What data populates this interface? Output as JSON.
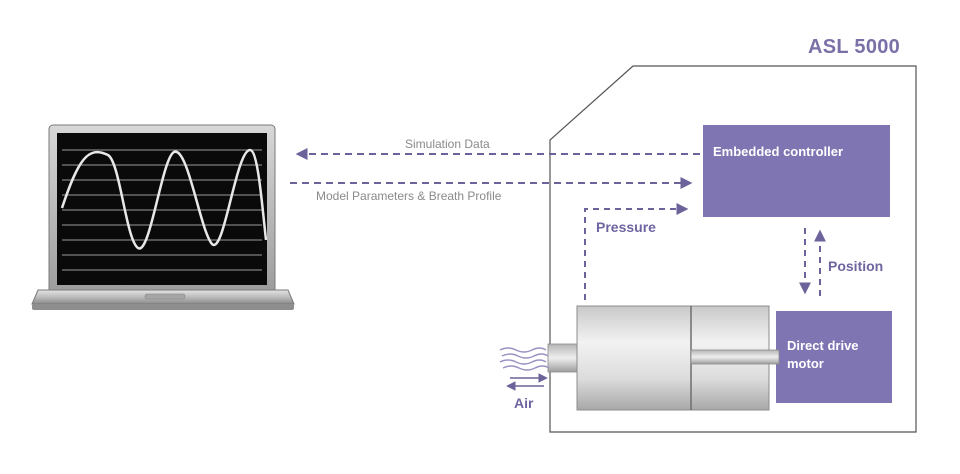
{
  "device": {
    "name": "ASL 5000"
  },
  "blocks": {
    "controller": "Embedded controller",
    "motor": "Direct drive motor"
  },
  "flows": {
    "simulation_data": "Simulation Data",
    "model_parameters": "Model Parameters & Breath Profile",
    "pressure": "Pressure",
    "position": "Position",
    "air": "Air"
  },
  "colors": {
    "accent": "#7f75b3",
    "accent_text": "#6f65a0",
    "arrow": "#6b6399",
    "outline": "#555555"
  },
  "icons": [
    "laptop-icon",
    "sine-wave-icon",
    "piston-cylinder-icon",
    "air-flow-icon"
  ]
}
